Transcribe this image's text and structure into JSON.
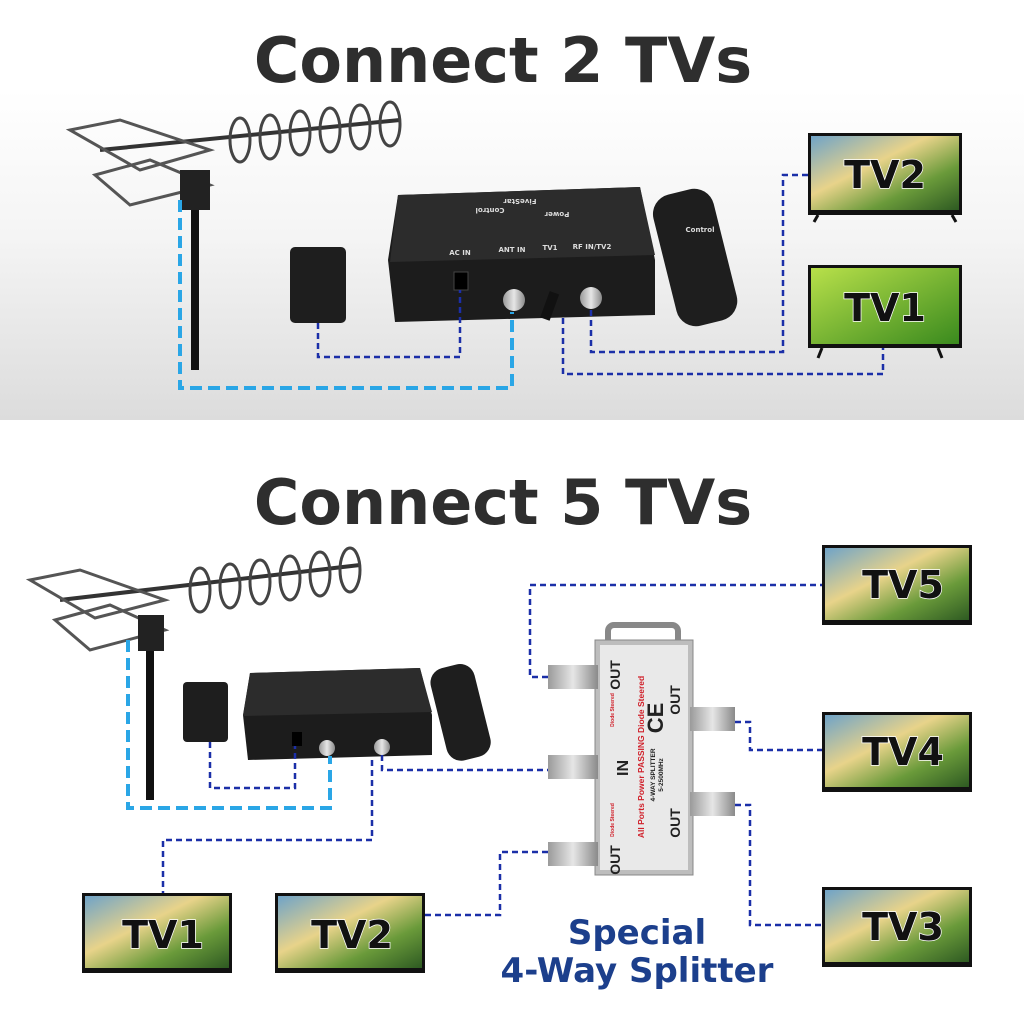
{
  "top": {
    "title": "Connect 2 TVs",
    "tvs": [
      "TV2",
      "TV1"
    ],
    "amplifier": {
      "brand": "FiveStar",
      "control": "Control",
      "power": "Power",
      "ports": [
        "AC IN",
        "ANT IN",
        "TV1",
        "RF IN/TV2"
      ]
    },
    "remote_label": "Control"
  },
  "bottom": {
    "title": "Connect 5 TVs",
    "tvs": [
      "TV5",
      "TV4",
      "TV3",
      "TV1",
      "TV2"
    ],
    "splitter": {
      "in": "IN",
      "out": "OUT",
      "model": "4-WAY SPLITTER",
      "freq": "5-2500MHz",
      "passing": "All Ports Power PASSING Diode Steered",
      "diode": "Diode Steered",
      "ce": "CE"
    },
    "caption_line1": "Special",
    "caption_line2": "4-Way Splitter"
  },
  "colors": {
    "antenna_cable": "#2aa6e6",
    "coax_cable": "#1b2fa8",
    "title": "#2e2e2e",
    "caption": "#1c3f8c"
  }
}
